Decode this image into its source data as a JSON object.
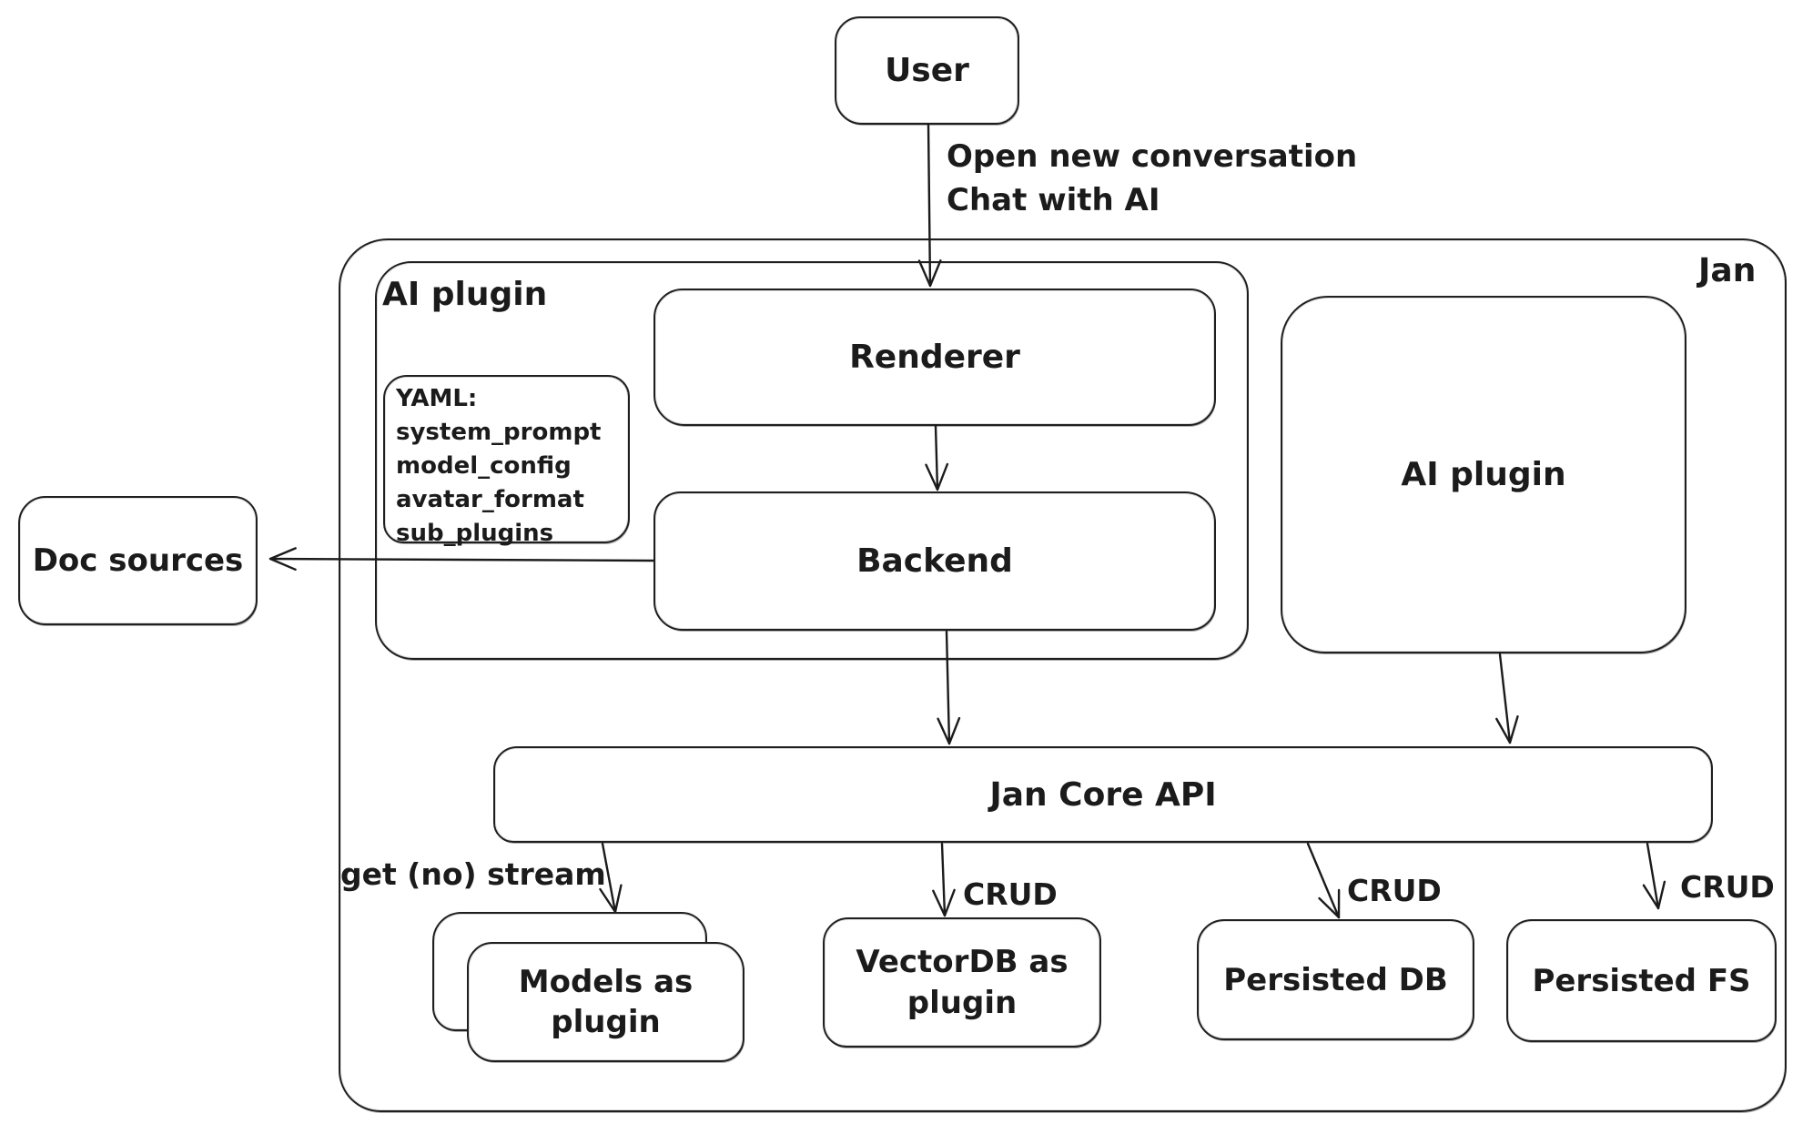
{
  "diagram": {
    "container_label": "Jan",
    "nodes": {
      "user": {
        "label": "User"
      },
      "ai_plugin_group": {
        "label": "AI plugin"
      },
      "renderer": {
        "label": "Renderer"
      },
      "backend": {
        "label": "Backend"
      },
      "yaml_note": {
        "lines": [
          "YAML:",
          "system_prompt",
          "model_config",
          "avatar_format",
          "sub_plugins"
        ]
      },
      "doc_sources": {
        "label": "Doc sources"
      },
      "ai_plugin": {
        "label": "AI plugin"
      },
      "jan_core_api": {
        "label": "Jan Core API"
      },
      "models_as_plugin": {
        "label": "Models as\nplugin"
      },
      "vectordb_as_plugin": {
        "label": "VectorDB as\nplugin"
      },
      "persisted_db": {
        "label": "Persisted DB"
      },
      "persisted_fs": {
        "label": "Persisted FS"
      }
    },
    "edge_labels": {
      "user_to_renderer": "Open new conversation\nChat with AI",
      "jan_core_to_models": "get (no) stream",
      "jan_core_to_vectordb": "CRUD",
      "jan_core_to_persisted_db": "CRUD",
      "jan_core_to_persisted_fs": "CRUD"
    },
    "colors": {
      "stroke": "#1b1b1b",
      "background": "#ffffff"
    }
  }
}
